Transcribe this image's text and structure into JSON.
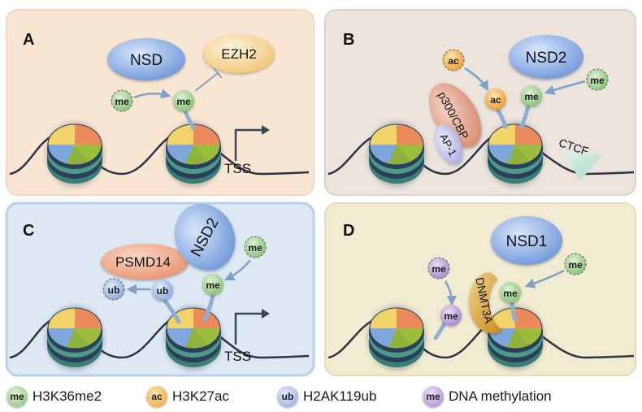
{
  "panels": [
    {
      "id": "A",
      "bg": "#f9e6d2"
    },
    {
      "id": "B",
      "bg": "#ebe3dc"
    },
    {
      "id": "C",
      "bg": "#dde8f3"
    },
    {
      "id": "D",
      "bg": "#f1ebd1"
    }
  ],
  "labels": {
    "A": {
      "letter": "A",
      "nsd": "NSD",
      "ezh2": "EZH2",
      "me_free": "me",
      "me_bound": "me",
      "tss": "TSS"
    },
    "B": {
      "letter": "B",
      "ac_free": "ac",
      "ac_bound": "ac",
      "nsd2": "NSD2",
      "me_free": "me",
      "me_bound": "me",
      "p300": "p300/CBP",
      "ap1": "AP-1",
      "ctcf": "CTCF"
    },
    "C": {
      "letter": "C",
      "nsd2": "NSD2",
      "psmd14": "PSMD14",
      "me_free": "me",
      "me_bound": "me",
      "ub_free": "ub",
      "ub_bound": "ub",
      "tss": "TSS"
    },
    "D": {
      "letter": "D",
      "nsd1": "NSD1",
      "me_dna_free": "me",
      "me_dna_bound": "me",
      "dnmt3a": "DNMT3A",
      "me_free": "me",
      "me_bound": "me"
    }
  },
  "legend": [
    {
      "tag": "me",
      "label": "H3K36me2",
      "color": "#a9d59c"
    },
    {
      "tag": "ac",
      "label": "H3K27ac",
      "color": "#f6b75a"
    },
    {
      "tag": "ub",
      "label": "H2AK119ub",
      "color": "#a9c2e8"
    },
    {
      "tag": "me",
      "label": "DNA methylation",
      "color": "#c4a9df"
    }
  ],
  "colors": {
    "me": "#a9d59c",
    "ac": "#f6b75a",
    "ub": "#a9c2e8",
    "dna_me": "#c4a9df",
    "nsd": "#8fb2e6",
    "ezh2": "#f6d89a",
    "p300": "#e6a891",
    "ap1": "#c9c8ec",
    "ctcf": "#bfe4d3",
    "psmd14": "#f0b093",
    "dnmt3a": "#d9a53a",
    "dna": "#2d3446"
  }
}
